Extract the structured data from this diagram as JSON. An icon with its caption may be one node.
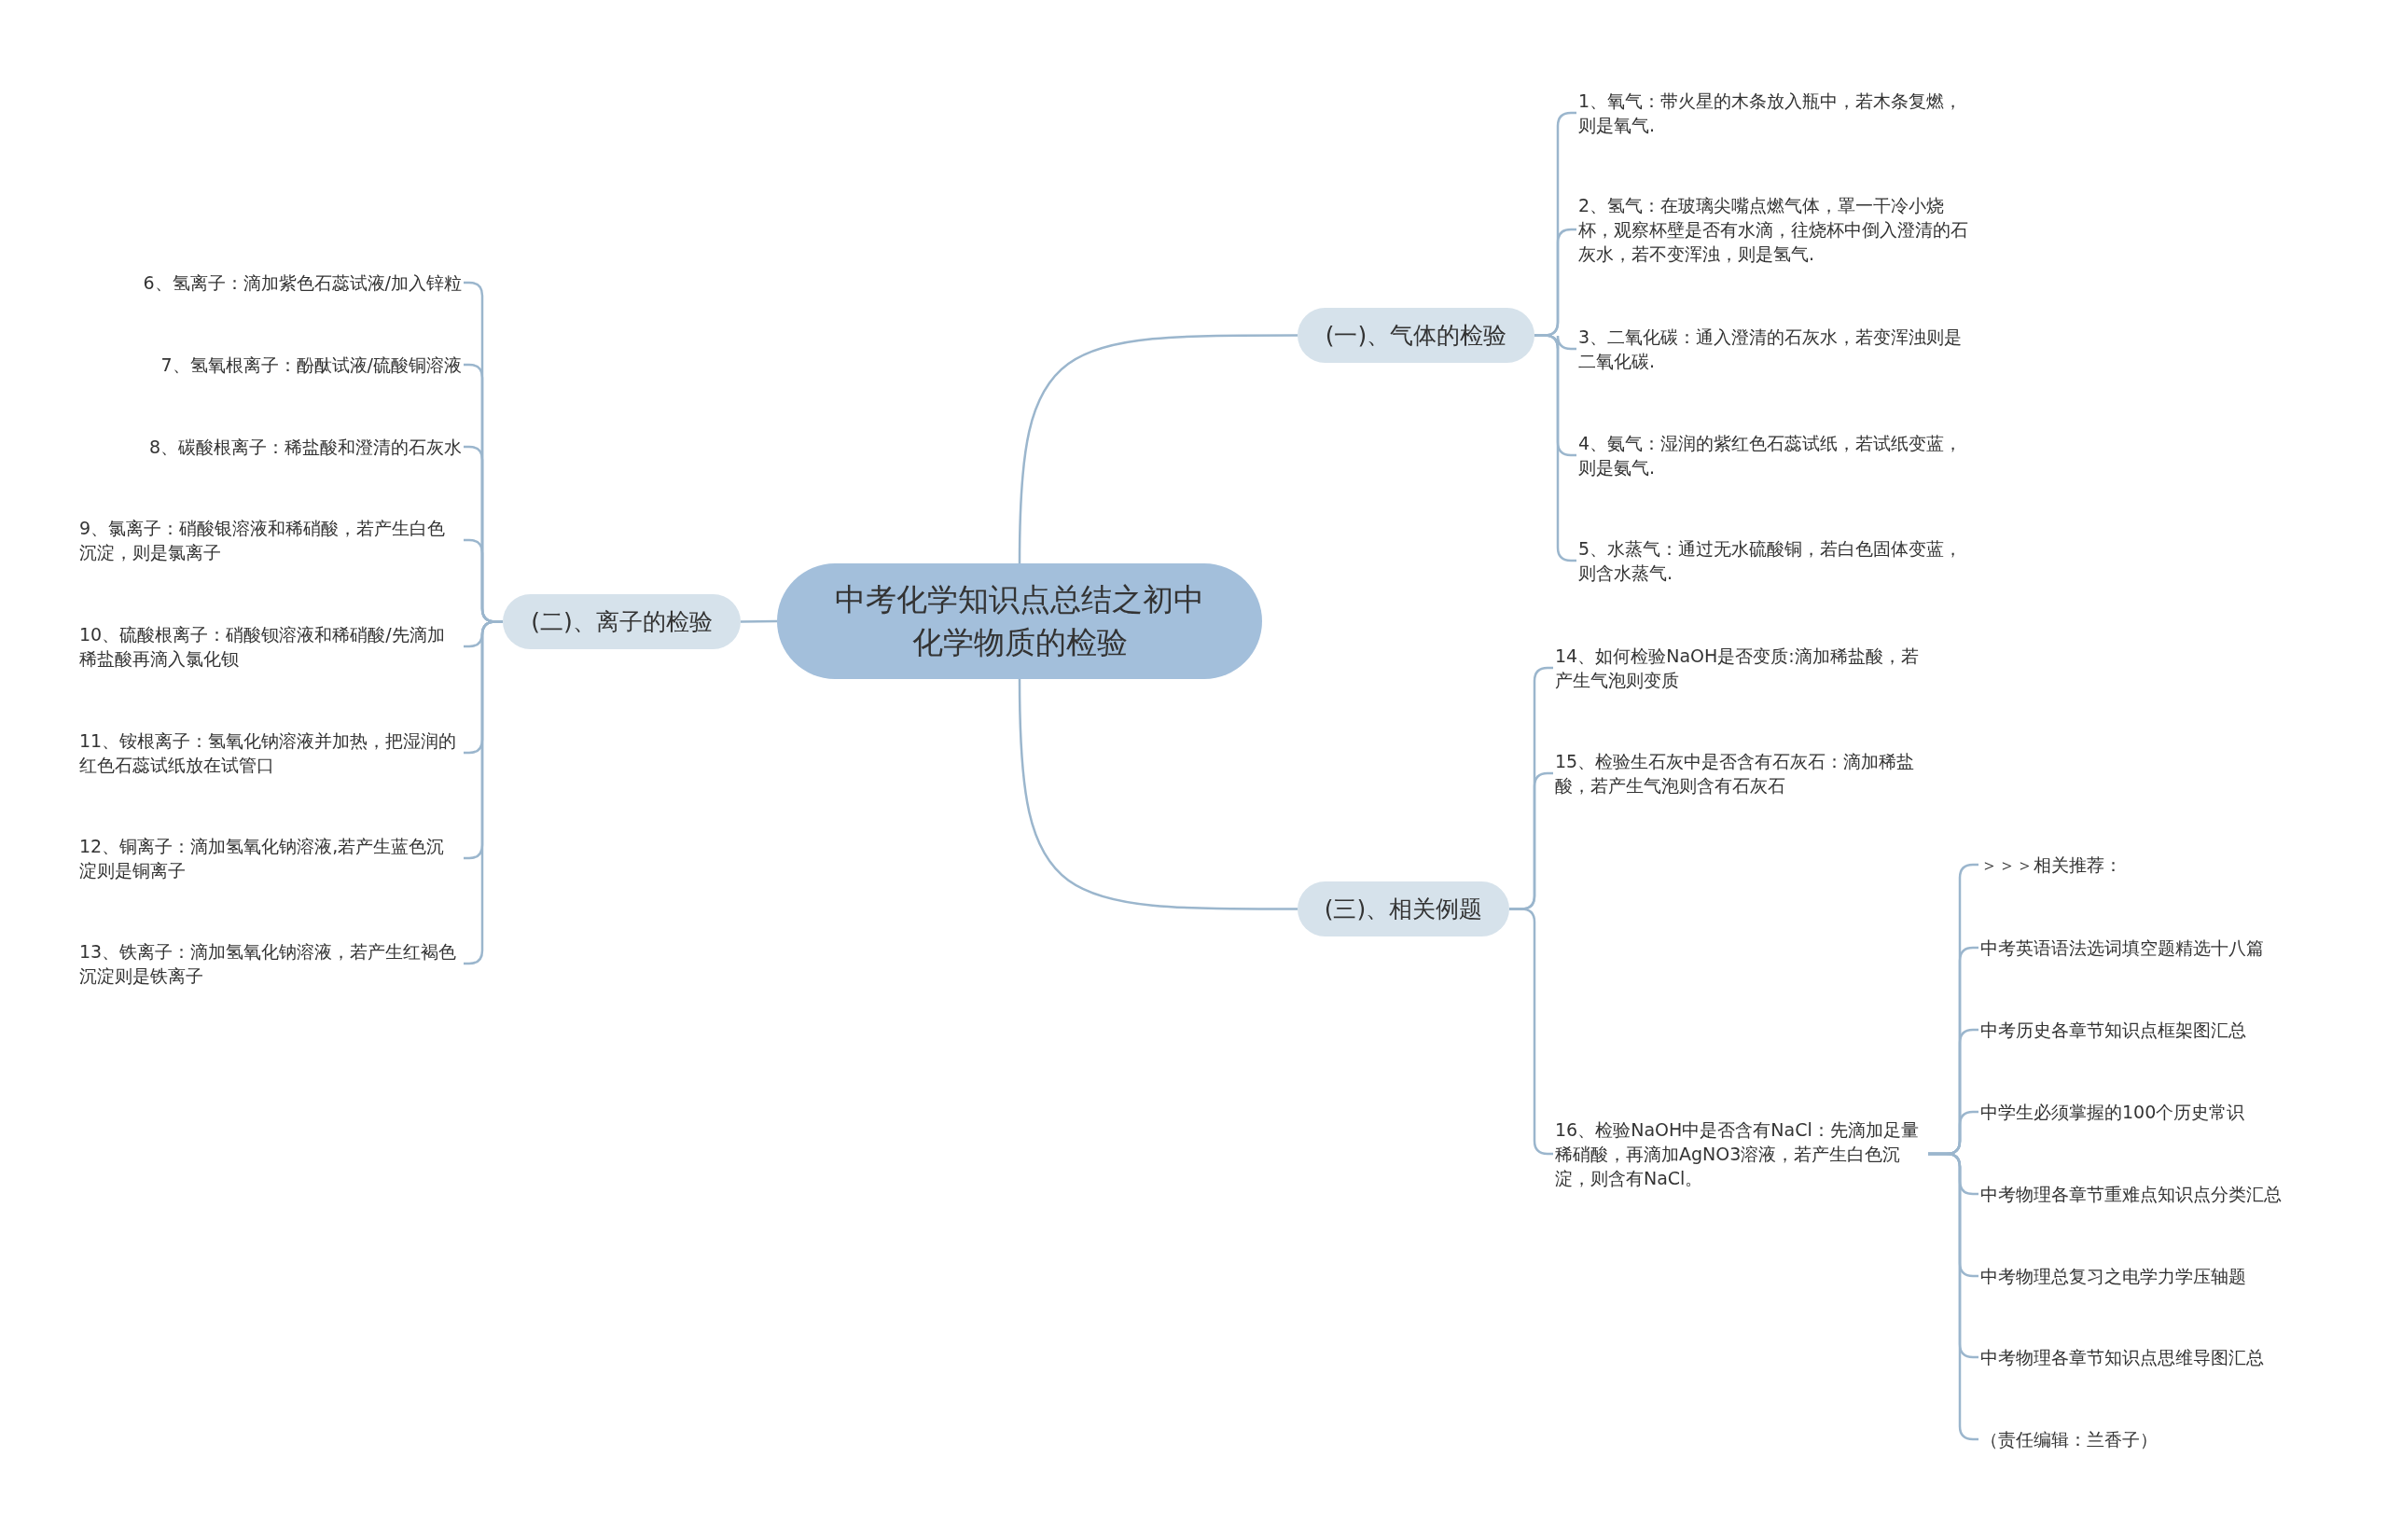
{
  "diagram": {
    "nodes": [
      {
        "text": [
          "中考化学知识点总结之初中化学物质的检验"
        ]
      },
      {
        "text": [
          "(一)、气体的检验"
        ]
      },
      {
        "text": [
          "(二)、离子的检验"
        ]
      },
      {
        "text": [
          "(三)、相关例题"
        ]
      },
      {
        "text": [
          "1、氧气：带火星的木条放入瓶中，若木条复燃，则是氧气."
        ]
      },
      {
        "text": [
          "2、氢气：在玻璃尖嘴点燃气体，罩一干冷小烧杯，观察杯壁是否有水滴，往烧杯中倒入澄清的石灰水，若不变浑浊，则是氢气."
        ]
      },
      {
        "text": [
          "3、二氧化碳：通入澄清的石灰水，若变浑浊则是二氧化碳."
        ]
      },
      {
        "text": [
          "4、氨气：湿润的紫红色石蕊试纸，若试纸变蓝，则是氨气."
        ]
      },
      {
        "text": [
          "5、水蒸气：通过无水硫酸铜，若白色固体变蓝，则含水蒸气."
        ]
      },
      {
        "text": [
          "6、氢离子：滴加紫色石蕊试液/加入锌粒"
        ]
      },
      {
        "text": [
          "7、氢氧根离子：酚酞试液/硫酸铜溶液"
        ]
      },
      {
        "text": [
          "8、碳酸根离子：稀盐酸和澄清的石灰水"
        ]
      },
      {
        "text": [
          "9、氯离子：硝酸银溶液和稀硝酸，若产生白色沉淀，则是氯离子"
        ]
      },
      {
        "text": [
          "10、硫酸根离子：硝酸钡溶液和稀硝酸/先滴加稀盐酸再滴入氯化钡"
        ]
      },
      {
        "text": [
          "11、铵根离子：氢氧化钠溶液并加热，把湿润的红色石蕊试纸放在试管口"
        ]
      },
      {
        "text": [
          "12、铜离子：滴加氢氧化钠溶液,若产生蓝色沉淀则是铜离子"
        ]
      },
      {
        "text": [
          "13、铁离子：滴加氢氧化钠溶液，若产生红褐色沉淀则是铁离子"
        ]
      },
      {
        "text": [
          "14、如何检验NaOH是否变质:滴加稀盐酸，若产生气泡则变质"
        ]
      },
      {
        "text": [
          "15、检验生石灰中是否含有石灰石：滴加稀盐酸，若产生气泡则含有石灰石"
        ]
      },
      {
        "text": [
          "16、检验NaOH中是否含有NaCl：先滴加足量稀硝酸，再滴加AgNO3溶液，若产生白色沉淀，则含有NaCl。"
        ]
      },
      {
        "text": [
          "＞＞＞相关推荐："
        ]
      },
      {
        "text": [
          "中考英语语法选词填空题精选十八篇"
        ]
      },
      {
        "text": [
          "中考历史各章节知识点框架图汇总"
        ]
      },
      {
        "text": [
          "中学生必须掌握的100个历史常识"
        ]
      },
      {
        "text": [
          "中考物理各章节重难点知识点分类汇总"
        ]
      },
      {
        "text": [
          "中考物理总复习之电学力学压轴题"
        ]
      },
      {
        "text": [
          "中考物理各章节知识点思维导图汇总"
        ]
      },
      {
        "text": [
          "（责任编辑：兰香子）"
        ]
      }
    ],
    "edges": [
      {
        "from": 0,
        "to": 1,
        "arrow": "none"
      },
      {
        "from": 0,
        "to": 2,
        "arrow": "none"
      },
      {
        "from": 0,
        "to": 3,
        "arrow": "none"
      },
      {
        "from": 1,
        "to": 4,
        "arrow": "none"
      },
      {
        "from": 1,
        "to": 5,
        "arrow": "none"
      },
      {
        "from": 1,
        "to": 6,
        "arrow": "none"
      },
      {
        "from": 1,
        "to": 7,
        "arrow": "none"
      },
      {
        "from": 1,
        "to": 8,
        "arrow": "none"
      },
      {
        "from": 2,
        "to": 9,
        "arrow": "none"
      },
      {
        "from": 2,
        "to": 10,
        "arrow": "none"
      },
      {
        "from": 2,
        "to": 11,
        "arrow": "none"
      },
      {
        "from": 2,
        "to": 12,
        "arrow": "none"
      },
      {
        "from": 2,
        "to": 13,
        "arrow": "none"
      },
      {
        "from": 2,
        "to": 14,
        "arrow": "none"
      },
      {
        "from": 2,
        "to": 15,
        "arrow": "none"
      },
      {
        "from": 2,
        "to": 16,
        "arrow": "none"
      },
      {
        "from": 3,
        "to": 17,
        "arrow": "none"
      },
      {
        "from": 3,
        "to": 18,
        "arrow": "none"
      },
      {
        "from": 3,
        "to": 19,
        "arrow": "none"
      },
      {
        "from": 19,
        "to": 20,
        "arrow": "none"
      },
      {
        "from": 19,
        "to": 21,
        "arrow": "none"
      },
      {
        "from": 19,
        "to": 22,
        "arrow": "none"
      },
      {
        "from": 19,
        "to": 23,
        "arrow": "none"
      },
      {
        "from": 19,
        "to": 24,
        "arrow": "none"
      },
      {
        "from": 19,
        "to": 25,
        "arrow": "none"
      },
      {
        "from": 19,
        "to": 26,
        "arrow": "none"
      },
      {
        "from": 19,
        "to": 27,
        "arrow": "none"
      }
    ]
  }
}
